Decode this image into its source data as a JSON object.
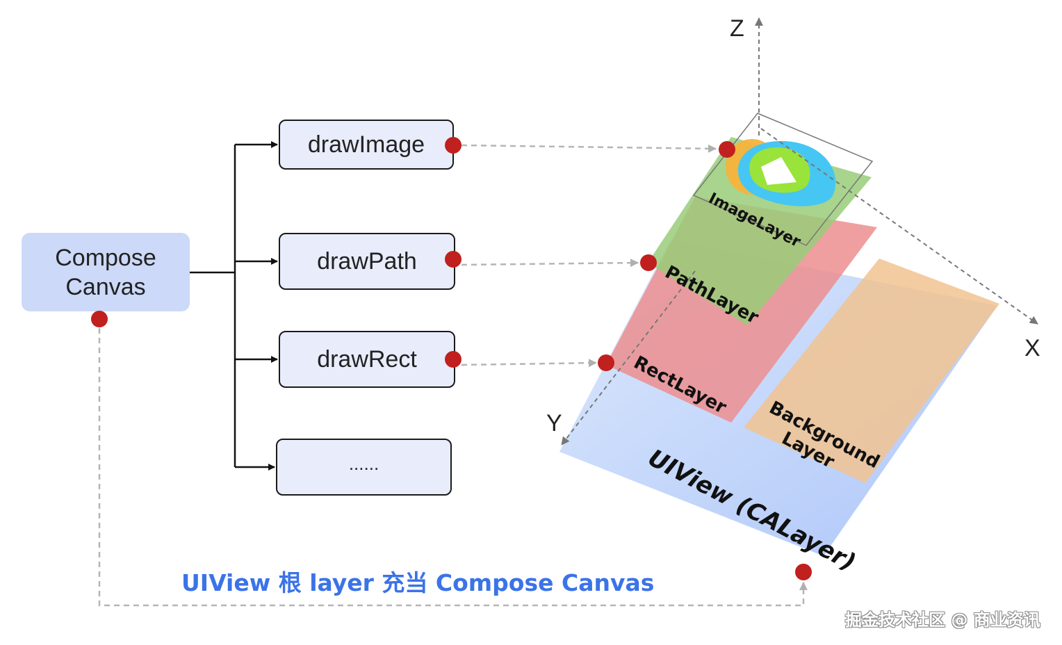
{
  "root": {
    "line1": "Compose",
    "line2": "Canvas"
  },
  "draw_calls": [
    {
      "label": "drawImage"
    },
    {
      "label": "drawPath"
    },
    {
      "label": "drawRect"
    },
    {
      "label": "......"
    }
  ],
  "layers": {
    "image": "ImageLayer",
    "path": "PathLayer",
    "rect": "RectLayer",
    "background_line1": "Background",
    "background_line2": "Layer",
    "uiview": "UIView (CALayer)"
  },
  "axes": {
    "z": "Z",
    "x": "X",
    "y": "Y"
  },
  "caption": "UIView 根 layer 充当 Compose Canvas",
  "watermark": "掘金技术社区 @ 商业资讯",
  "colors": {
    "root_fill": "#ccd9f8",
    "node_fill": "#e8ecfb",
    "anchor_dot": "#c0201e",
    "caption": "#3b73e8",
    "uiview_layer": "#b9d0fb",
    "background_layer": "#f3c79a",
    "rect_layer": "#ec8f8f",
    "path_layer": "#9fcf7c",
    "connector": "#b5b5b5"
  }
}
